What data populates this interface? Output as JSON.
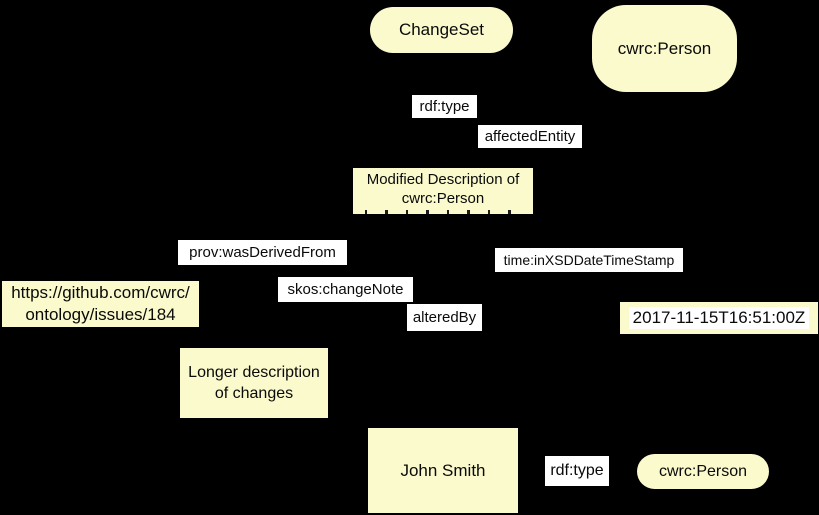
{
  "colors": {
    "background": "#000000",
    "node_fill": "#FBFACC",
    "edge_label_bg": "#FFFFFF",
    "text": "#0A0A0A"
  },
  "diagram": {
    "nodes": {
      "changeset_class": "ChangeSet",
      "person_class_top": "cwrc:Person",
      "changeset_instance": "Modified Description of\ncwrc:Person",
      "github_issue": "https://github.com/cwrc/\nontology/issues/184",
      "timestamp": "2017-11-15T16:51:00Z",
      "long_description": "Longer description\nof changes",
      "john_smith": "John Smith",
      "person_class_bottom": "cwrc:Person"
    },
    "edge_labels": {
      "rdf_type_top": "rdf:type",
      "affected_entity": "affectedEntity",
      "prov_was_derived_from": "prov:wasDerivedFrom",
      "time_in_xsd_datetimestamp": "time:inXSDDateTimeStamp",
      "skos_change_note": "skos:changeNote",
      "altered_by": "alteredBy",
      "rdf_type_bottom": "rdf:type"
    }
  }
}
